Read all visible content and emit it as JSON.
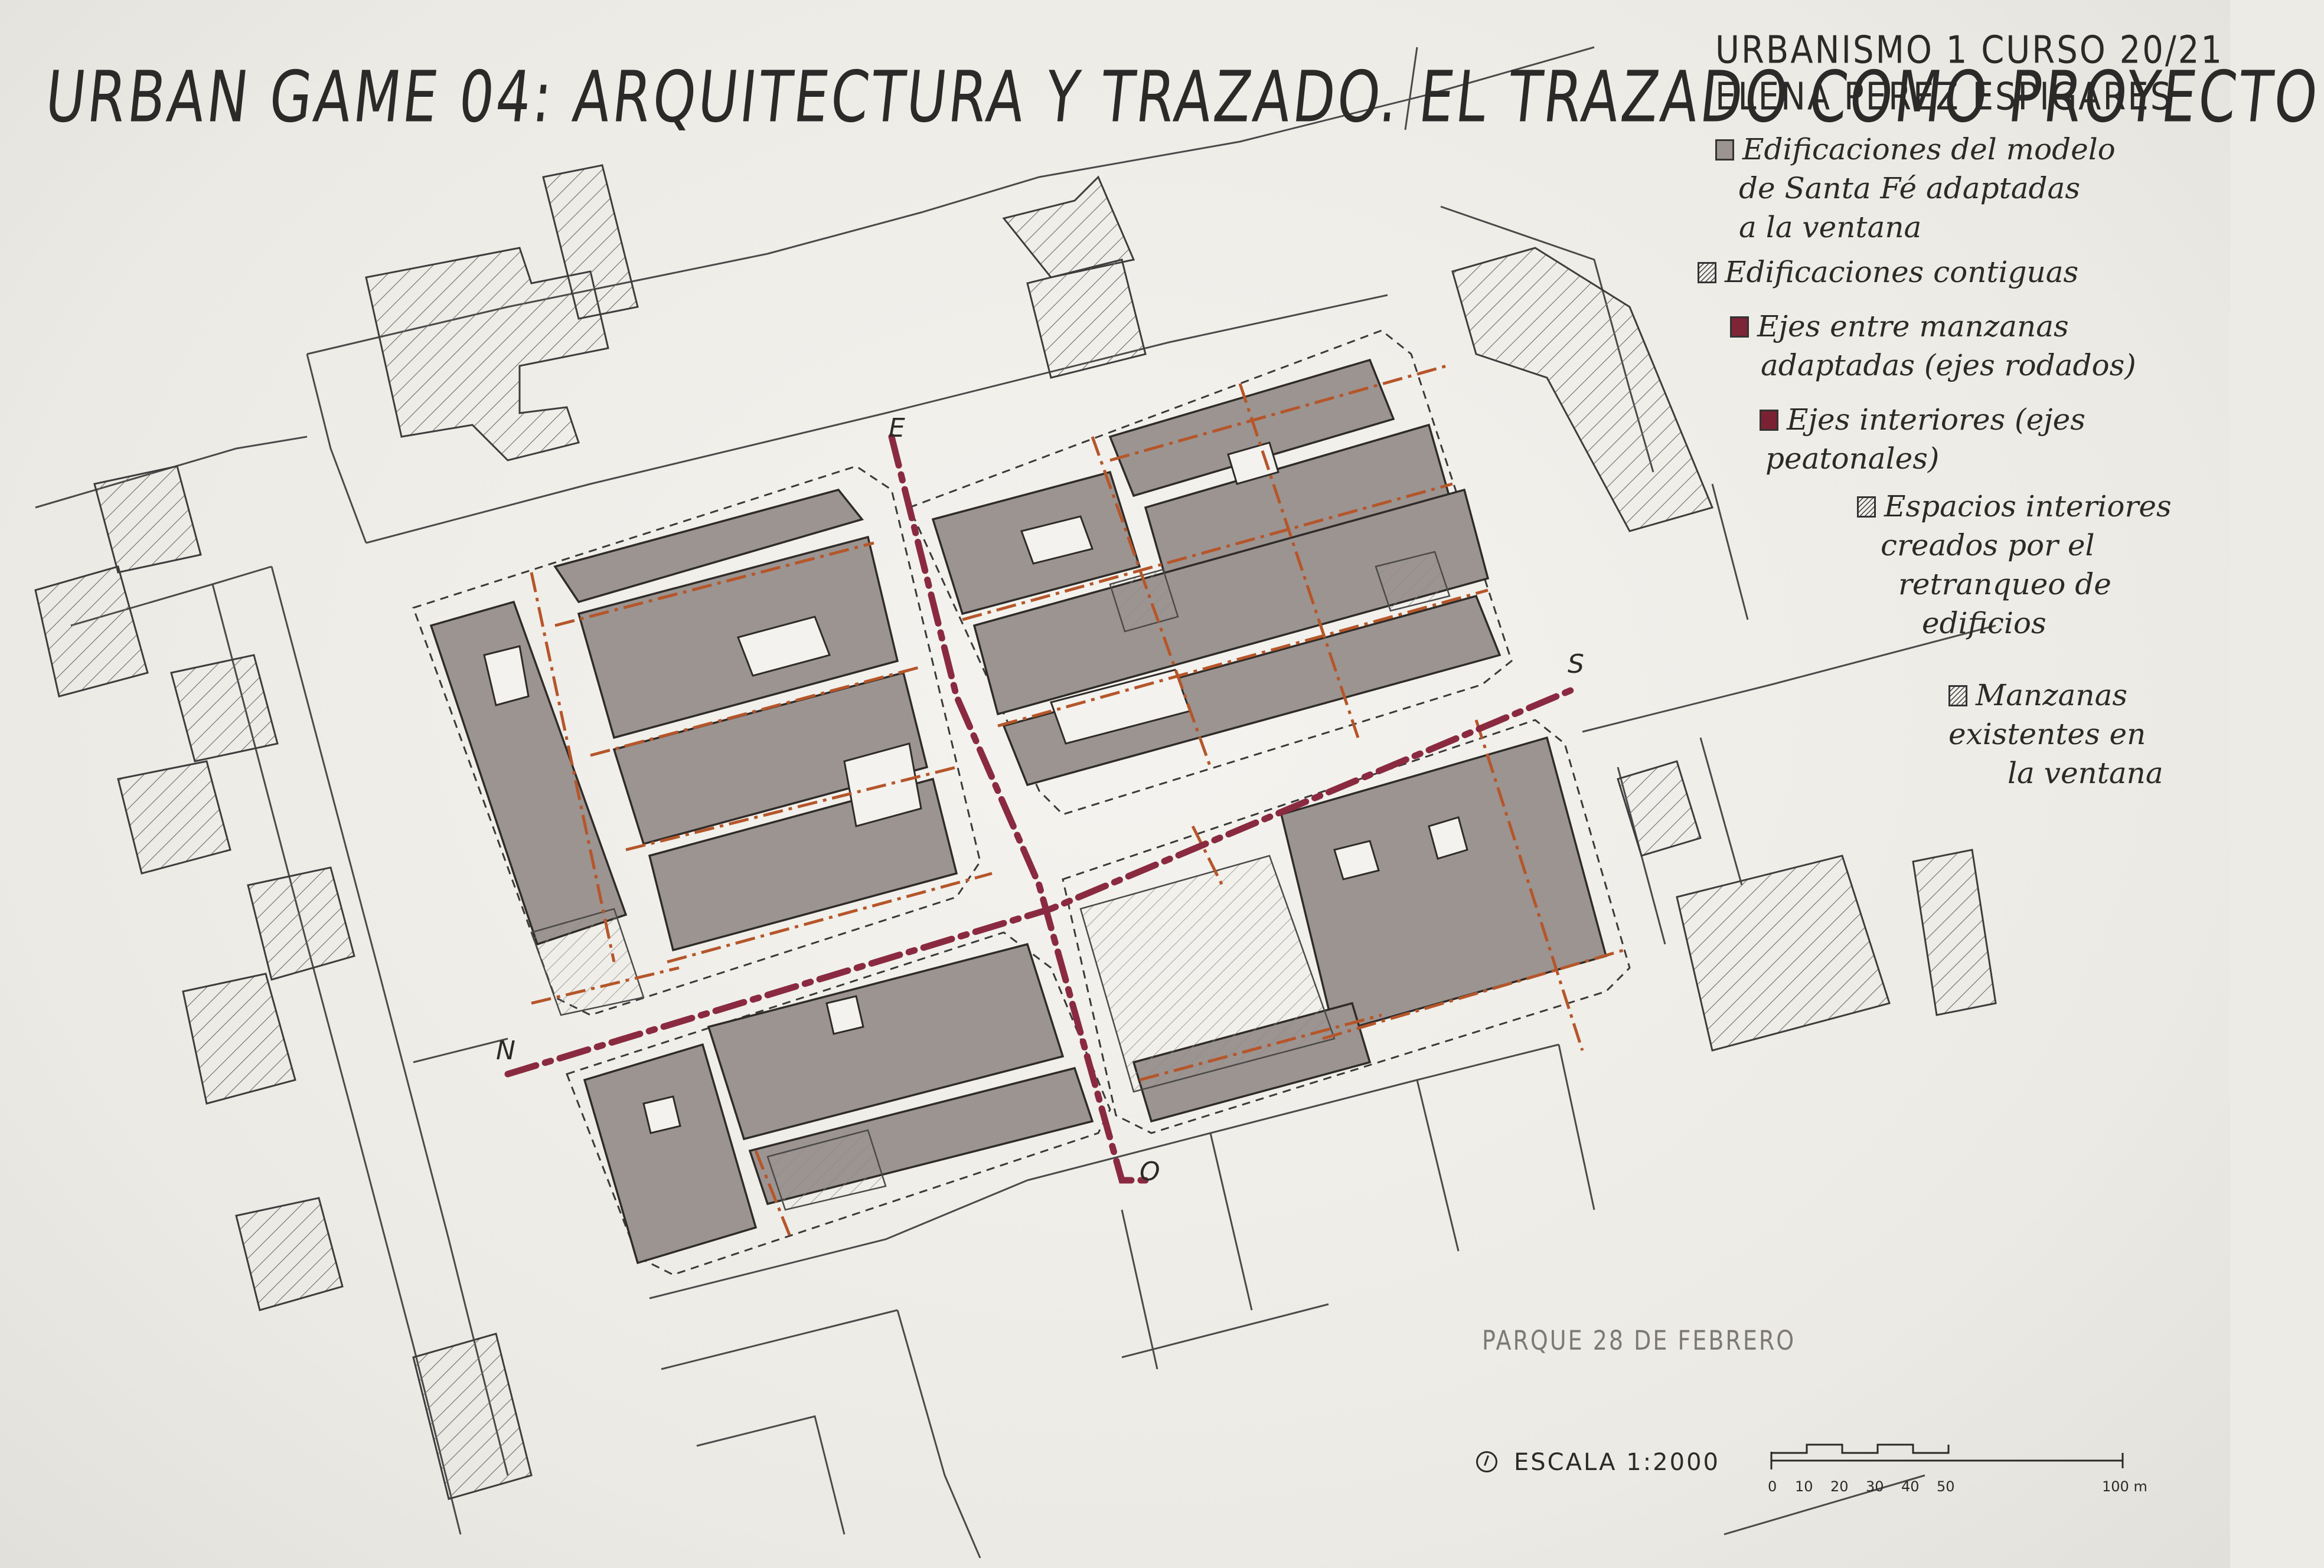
{
  "title": "URBAN GAME 04: ARQUITECTURA Y TRAZADO. EL TRAZADO COMO PROYECTO",
  "course": "URBANISMO 1   CURSO 20/21",
  "author": "ELENA PEREZ ESPIGARES",
  "legend": [
    {
      "swatch": "gray",
      "text_lines": [
        "Edificaciones del modelo",
        "de Santa Fé adaptadas",
        "a la ventana"
      ]
    },
    {
      "swatch": "hatch",
      "text_lines": [
        "Edificaciones contiguas"
      ]
    },
    {
      "swatch": "red",
      "text_lines": [
        "Ejes entre manzanas",
        "adaptadas (ejes rodados)"
      ]
    },
    {
      "swatch": "red2",
      "text_lines": [
        "Ejes interiores (ejes",
        "peatonales)"
      ]
    },
    {
      "swatch": "hatch",
      "text_lines": [
        "Espacios interiores",
        "creados por el",
        "retranqueo de",
        "edificios"
      ]
    },
    {
      "swatch": "hatch",
      "text_lines": [
        "Manzanas",
        "existentes en",
        "la ventana"
      ]
    }
  ],
  "axis_labels": {
    "north": "N",
    "south": "S",
    "east": "E",
    "west": "O"
  },
  "park_label": "PARQUE 28 DE FEBRERO",
  "scale": {
    "text": "ESCALA 1:2000",
    "ticks": [
      "0",
      "10",
      "20",
      "30",
      "40",
      "50",
      "100 m"
    ]
  },
  "colors": {
    "built_fill": "#9c9491",
    "main_axis": "#8a2a40",
    "inner_axis": "#b5562a",
    "ink": "#2c2a28"
  }
}
